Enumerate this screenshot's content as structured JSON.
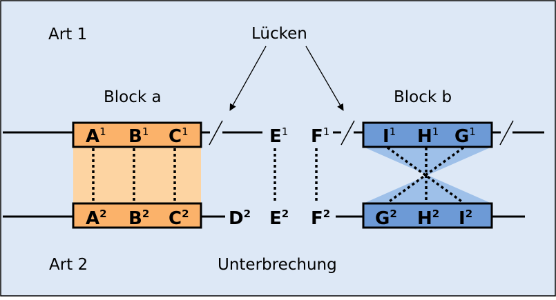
{
  "labels": {
    "species1": "Art 1",
    "species2": "Art 2",
    "gaps": "Lücken",
    "block_a": "Block a",
    "block_b": "Block b",
    "interruption": "Unterbrechung"
  },
  "colors": {
    "background": "#dde8f6",
    "block_a_fill": "#fbb26a",
    "block_a_link": "#fdd4a2",
    "block_b_fill": "#6d9ad6",
    "block_b_link": "#9ec0e9",
    "line": "#000000"
  },
  "genes": {
    "species1": {
      "block_a": [
        {
          "letter": "A",
          "sup": "1"
        },
        {
          "letter": "B",
          "sup": "1"
        },
        {
          "letter": "C",
          "sup": "1"
        }
      ],
      "free": [
        {
          "letter": "E",
          "sup": "1"
        },
        {
          "letter": "F",
          "sup": "1"
        }
      ],
      "block_b": [
        {
          "letter": "I",
          "sup": "1"
        },
        {
          "letter": "H",
          "sup": "1"
        },
        {
          "letter": "G",
          "sup": "1"
        }
      ]
    },
    "species2": {
      "block_a": [
        {
          "letter": "A",
          "sup": "2"
        },
        {
          "letter": "B",
          "sup": "2"
        },
        {
          "letter": "C",
          "sup": "2"
        }
      ],
      "free": [
        {
          "letter": "D",
          "sup": "2"
        },
        {
          "letter": "E",
          "sup": "2"
        },
        {
          "letter": "F",
          "sup": "2"
        }
      ],
      "block_b": [
        {
          "letter": "G",
          "sup": "2"
        },
        {
          "letter": "H",
          "sup": "2"
        },
        {
          "letter": "I",
          "sup": "2"
        }
      ]
    }
  }
}
